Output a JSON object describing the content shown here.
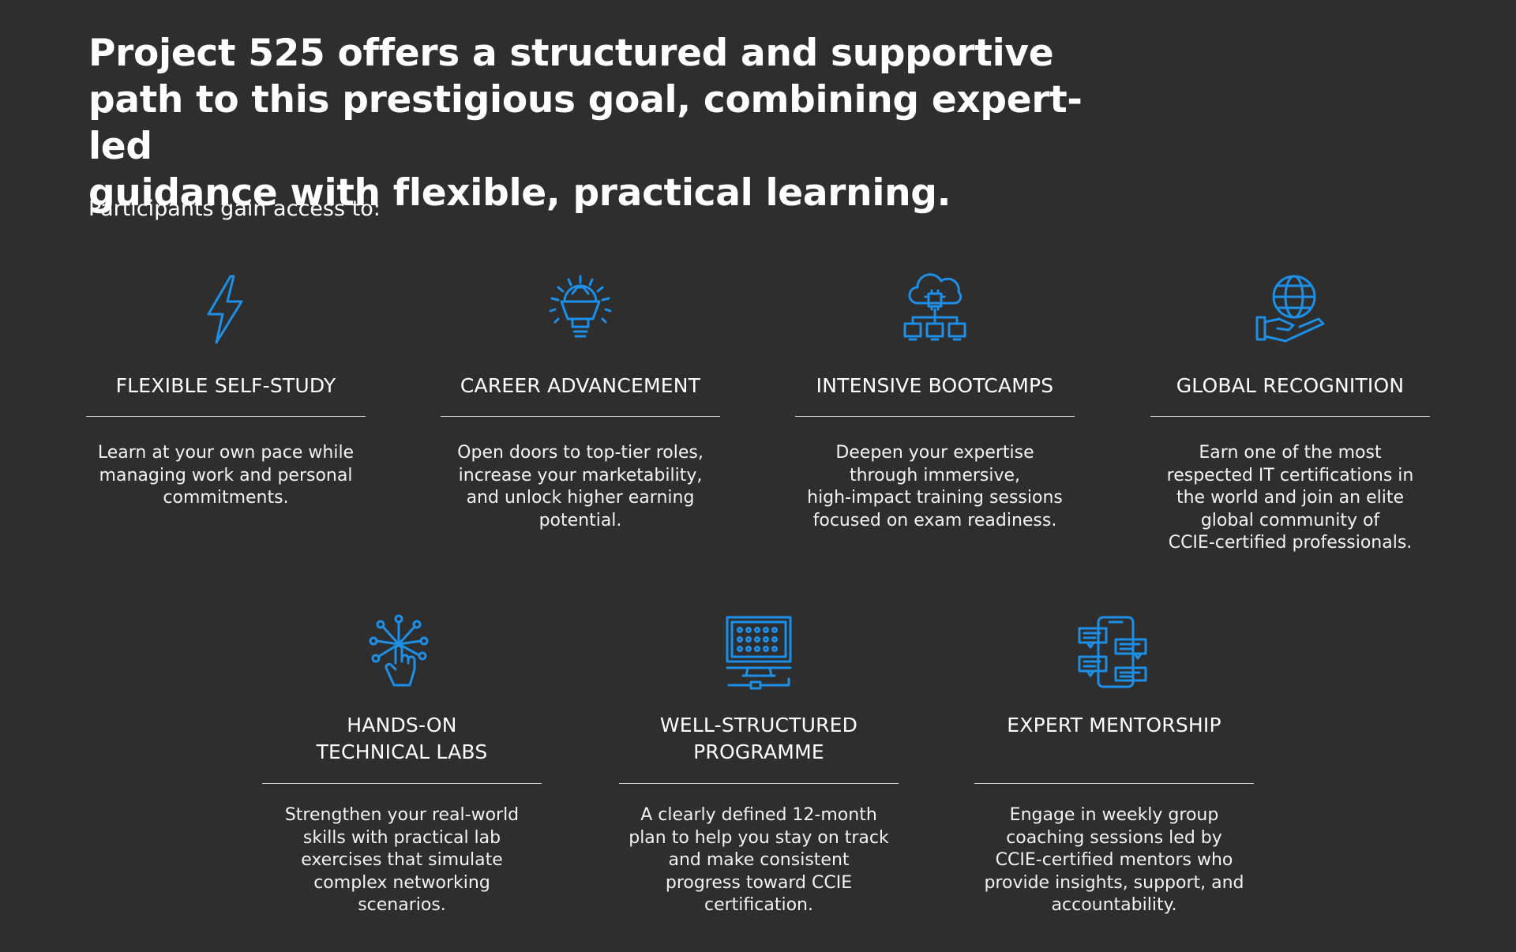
{
  "headline": "Project 525 offers a structured and supportive\npath to this prestigious goal, combining expert-led\nguidance with flexible, practical learning.",
  "intro": "Participants gain access to:",
  "colors": {
    "background": "#2e2e2e",
    "text": "#ffffff",
    "accent_icon": "#1e8fe6",
    "divider": "#cfcfcf"
  },
  "features": [
    {
      "icon": "lightning-bolt-icon",
      "title": "FLEXIBLE SELF-STUDY",
      "description": "Learn at your own pace while\nmanaging work and personal\ncommitments."
    },
    {
      "icon": "gear-lightbulb-icon",
      "title": "CAREER ADVANCEMENT",
      "description": "Open doors to top-tier roles,\nincrease your marketability,\nand unlock higher earning\npotential."
    },
    {
      "icon": "cloud-network-icon",
      "title": "INTENSIVE BOOTCAMPS",
      "description": "Deepen your expertise\nthrough immersive,\nhigh-impact training sessions\nfocused on exam readiness."
    },
    {
      "icon": "globe-hand-icon",
      "title": "GLOBAL RECOGNITION",
      "description": "Earn one of the most\nrespected IT certifications in\nthe world and join an elite\nglobal community of\nCCIE-certified professionals."
    },
    {
      "icon": "touch-network-icon",
      "title": "HANDS-ON\nTECHNICAL LABS",
      "description": "Strengthen your real-world\nskills with practical lab\nexercises that simulate\ncomplex networking\nscenarios."
    },
    {
      "icon": "monitor-grid-icon",
      "title": "WELL-STRUCTURED\nPROGRAMME",
      "description": "A clearly defined 12-month\nplan to help you stay on track\nand make consistent\nprogress toward CCIE\ncertification."
    },
    {
      "icon": "phone-chat-icon",
      "title": "EXPERT MENTORSHIP",
      "description": "Engage in weekly group\ncoaching sessions led by\nCCIE-certified mentors who\nprovide insights, support, and\naccountability."
    }
  ]
}
